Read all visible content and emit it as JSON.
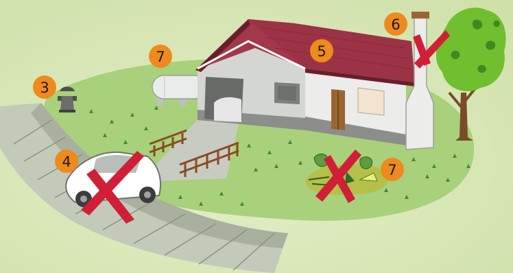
{
  "colors": {
    "background": "#d7e6b6",
    "lawn": "#a9d07a",
    "roof": "#a3384a",
    "badge": "#ef8a1e",
    "cross": "#d01f36",
    "tree": "#6fbf2e"
  },
  "badges": {
    "hydrant": "3",
    "car": "4",
    "house": "5",
    "chimney": "6",
    "tank": "7",
    "debris": "7"
  },
  "icons": [
    "hydrant-icon",
    "propane-tank-icon",
    "house-icon",
    "garage-icon",
    "car-icon",
    "tree-icon",
    "chimney-icon",
    "fence-icon",
    "debris-pile-icon",
    "cross-mark-icon"
  ]
}
